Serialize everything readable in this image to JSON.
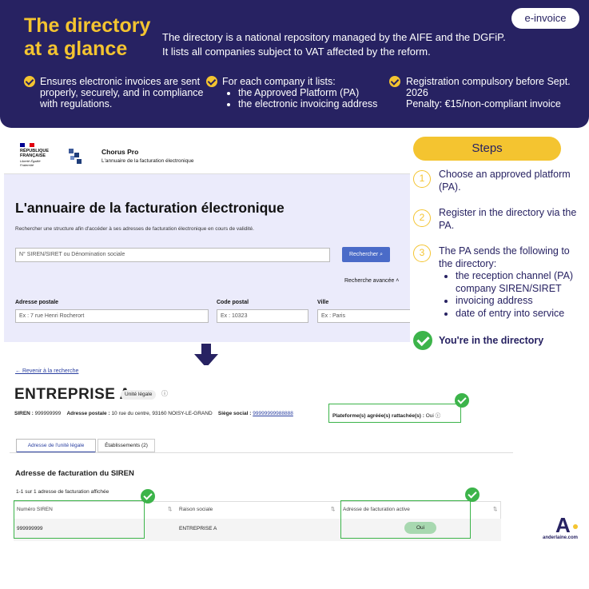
{
  "header": {
    "title": "The directory at a glance",
    "description_line1": "The directory is a national repository managed by the AIFE and the DGFiP.",
    "description_line2": "It lists all companies subject to VAT affected by the reform.",
    "badge": "e-invoice",
    "feature1": "Ensures electronic invoices are sent properly, securely, and in compliance with regulations.",
    "feature2_title": "For each company it lists:",
    "feature2_items": [
      "the Approved Platform (PA)",
      "the electronic invoicing address"
    ],
    "feature3_line1": "Registration compulsory before Sept. 2026",
    "feature3_line2": "Penalty: €15/non-compliant invoice"
  },
  "screen1": {
    "gov_line1": "RÉPUBLIQUE",
    "gov_line2": "FRANÇAISE",
    "gov_motto": "Liberté Égalité Fraternité",
    "app_name": "Chorus Pro",
    "app_subtitle": "L'annuaire de la facturation électronique",
    "page_title": "L'annuaire de la facturation électronique",
    "intro": "Rechercher une structure afin d'accéder à ses adresses de facturation électronique en cours de validité.",
    "search_placeholder": "N° SIREN/SIRET ou Dénomination sociale",
    "search_button": "Rechercher",
    "advanced": "Recherche avancée",
    "postal_label": "Adresse postale",
    "postal_placeholder": "Ex : 7 rue Henri Rocherort",
    "code_label": "Code postal",
    "code_placeholder": "Ex : 10323",
    "city_label": "Ville",
    "city_placeholder": "Ex : Paris"
  },
  "steps": {
    "title": "Steps",
    "step1_num": "1",
    "step1": "Choose an approved platform (PA).",
    "step2_num": "2",
    "step2": "Register in the directory via the PA.",
    "step3_num": "3",
    "step3": "The PA sends the following to the directory:",
    "step3_items": [
      "the reception channel (PA) company SIREN/SIRET",
      "invoicing address",
      "date of entry into service"
    ],
    "done": "You're in the directory"
  },
  "screen2": {
    "back_link": "Revenir à la recherche",
    "company": "ENTREPRISE A",
    "unit_badge": "Unité légale",
    "siren_label": "SIREN :",
    "siren_value": "999999999",
    "postal_label": "Adresse postale :",
    "postal_value": "10 rue du centre, 93160 NOISY-LE-GRAND",
    "seat_label": "Siège social :",
    "seat_value": "99999999988888",
    "platform_label": "Plateforme(s) agréée(s) rattachée(s) :",
    "platform_value": "Oui",
    "tab1": "Adresse de l'unité légale",
    "tab2": "Établissements (2)",
    "section_title": "Adresse de facturation du SIREN",
    "count": "1-1 sur 1 adresse de facturation affichée",
    "col1": "Numéro SIREN",
    "col2": "Raison sociale",
    "col3": "Adresse de facturation active",
    "row_siren": "999999999",
    "row_name": "ENTREPRISE A",
    "row_active": "Oui"
  },
  "brand": {
    "logo_letter": "A",
    "site": "anderlaine.com"
  }
}
